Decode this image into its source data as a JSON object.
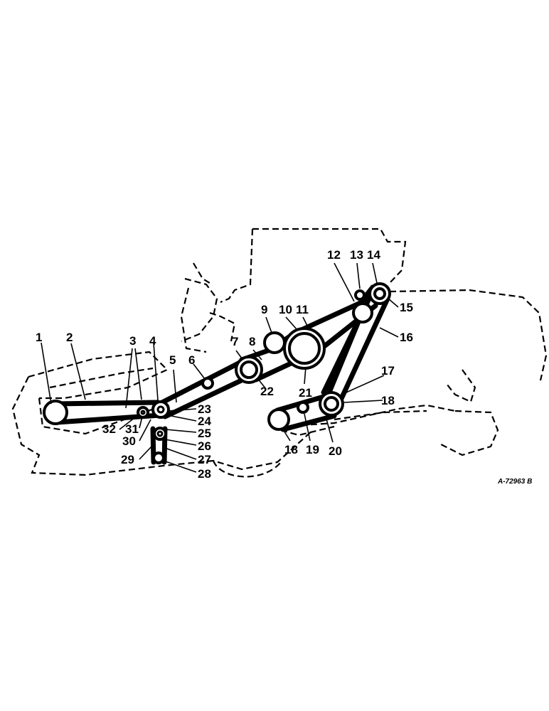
{
  "diagram": {
    "reference_code": "A-72963 B",
    "callouts": [
      "1",
      "2",
      "3",
      "4",
      "5",
      "6",
      "7",
      "8",
      "9",
      "10",
      "11",
      "12",
      "13",
      "14",
      "15",
      "16",
      "17",
      "18",
      "18",
      "19",
      "20",
      "21",
      "22",
      "23",
      "24",
      "25",
      "26",
      "27",
      "28",
      "29",
      "30",
      "31",
      "32"
    ]
  }
}
